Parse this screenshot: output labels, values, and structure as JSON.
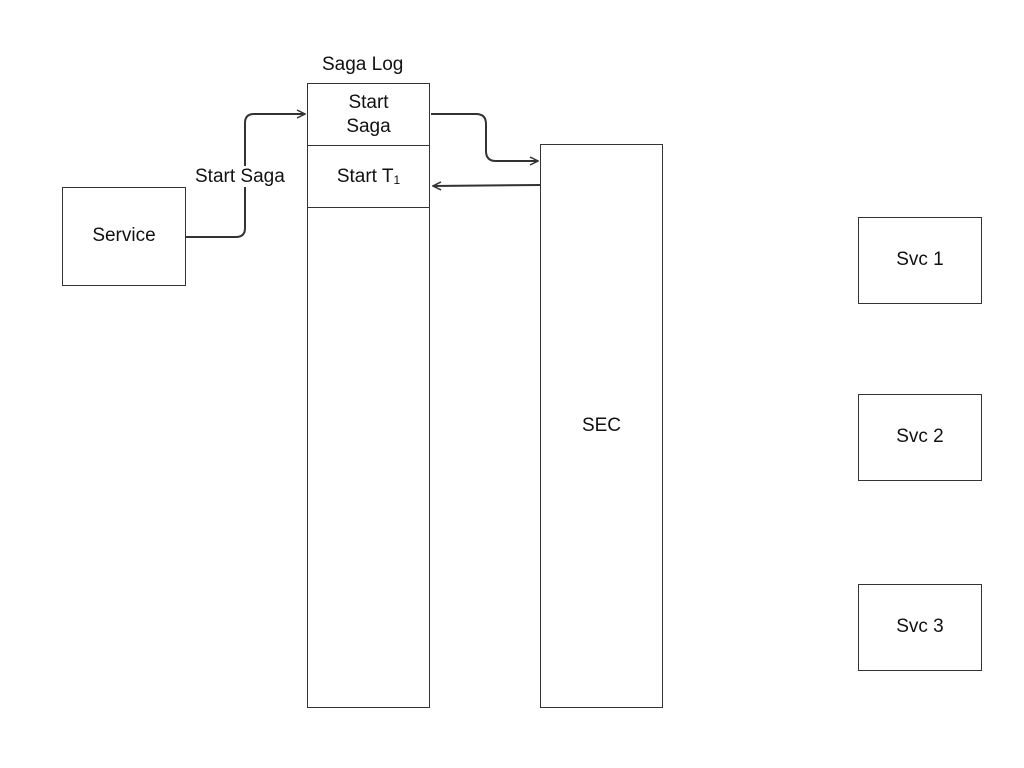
{
  "log": {
    "title": "Saga Log",
    "entries": [
      {
        "text": "Start\nSaga"
      },
      {
        "text": "Start T",
        "sub": "1"
      }
    ]
  },
  "service": {
    "label": "Service"
  },
  "sec": {
    "label": "SEC"
  },
  "edge_label": "Start Saga",
  "svcs": [
    {
      "label": "Svc 1"
    },
    {
      "label": "Svc 2"
    },
    {
      "label": "Svc 3"
    }
  ],
  "colors": {
    "stroke": "#333333",
    "text": "#111111",
    "background": "#ffffff"
  }
}
